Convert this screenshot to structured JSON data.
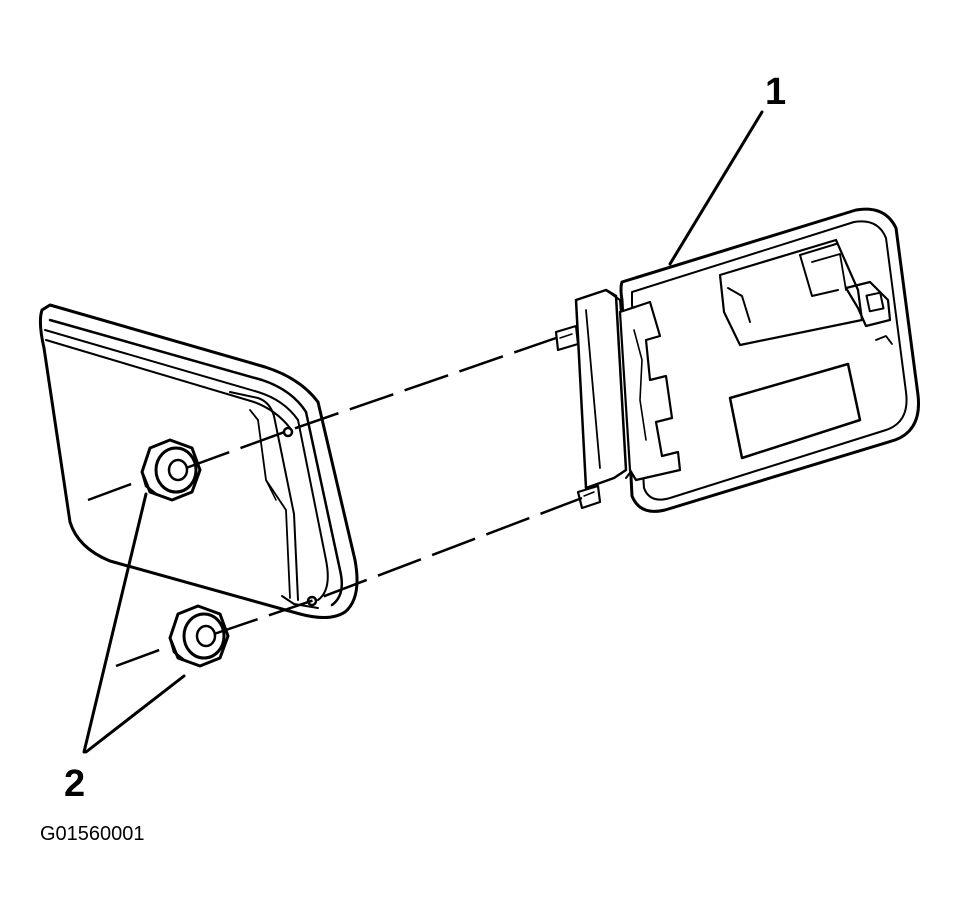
{
  "callouts": {
    "one": "1",
    "two": "2"
  },
  "figure_id": "G01560001",
  "colors": {
    "line": "#000000",
    "background": "#ffffff"
  }
}
